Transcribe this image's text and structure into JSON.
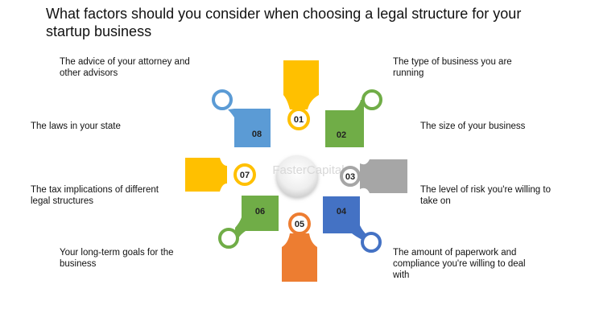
{
  "title": "What factors should you consider when choosing a legal structure for your startup business",
  "factors": [
    {
      "number": "01",
      "text": "The type of business you are running",
      "color": "#FFC000"
    },
    {
      "number": "02",
      "text": "The size of your business",
      "color": "#70AD47"
    },
    {
      "number": "03",
      "text": "The level of risk you're willing to take on",
      "color": "#A6A6A6"
    },
    {
      "number": "04",
      "text": "The amount of paperwork and compliance you're willing to deal with",
      "color": "#4472C4"
    },
    {
      "number": "05",
      "text": "Your long-term goals for the business",
      "color": "#ED7D31"
    },
    {
      "number": "06",
      "text": "The tax implications of different legal structures",
      "color": "#70AD47"
    },
    {
      "number": "07",
      "text": "The laws in your state",
      "color": "#FFC000"
    },
    {
      "number": "08",
      "text": "The advice of your attorney and other advisors",
      "color": "#5B9BD5"
    }
  ],
  "watermark": "FasterCapital"
}
